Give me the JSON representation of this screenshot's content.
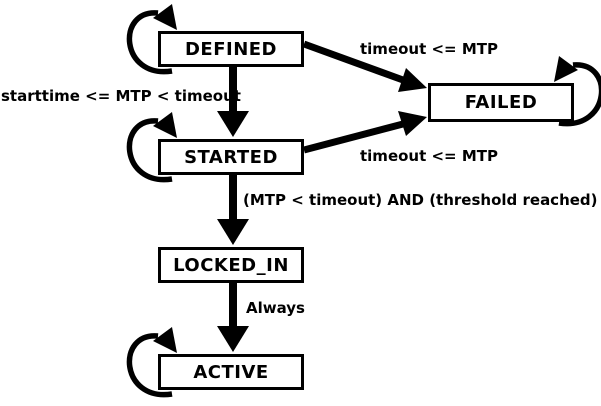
{
  "diagram": {
    "type": "state-machine",
    "colors": {
      "stroke": "#000000",
      "state_fill": "#ffffff",
      "background": "#ffffff"
    },
    "states": [
      {
        "id": "defined",
        "label": "DEFINED"
      },
      {
        "id": "failed",
        "label": "FAILED"
      },
      {
        "id": "started",
        "label": "STARTED"
      },
      {
        "id": "locked_in",
        "label": "LOCKED_IN"
      },
      {
        "id": "active",
        "label": "ACTIVE"
      }
    ],
    "transitions": [
      {
        "from": "DEFINED",
        "to": "FAILED",
        "label": "timeout <= MTP"
      },
      {
        "from": "DEFINED",
        "to": "STARTED",
        "label": "starttime <= MTP < timeout"
      },
      {
        "from": "STARTED",
        "to": "FAILED",
        "label": "timeout <= MTP"
      },
      {
        "from": "STARTED",
        "to": "LOCKED_IN",
        "label": "(MTP < timeout) AND (threshold reached)"
      },
      {
        "from": "LOCKED_IN",
        "to": "ACTIVE",
        "label": "Always"
      },
      {
        "from": "DEFINED",
        "to": "DEFINED",
        "label": ""
      },
      {
        "from": "STARTED",
        "to": "STARTED",
        "label": ""
      },
      {
        "from": "FAILED",
        "to": "FAILED",
        "label": ""
      },
      {
        "from": "ACTIVE",
        "to": "ACTIVE",
        "label": ""
      }
    ]
  }
}
